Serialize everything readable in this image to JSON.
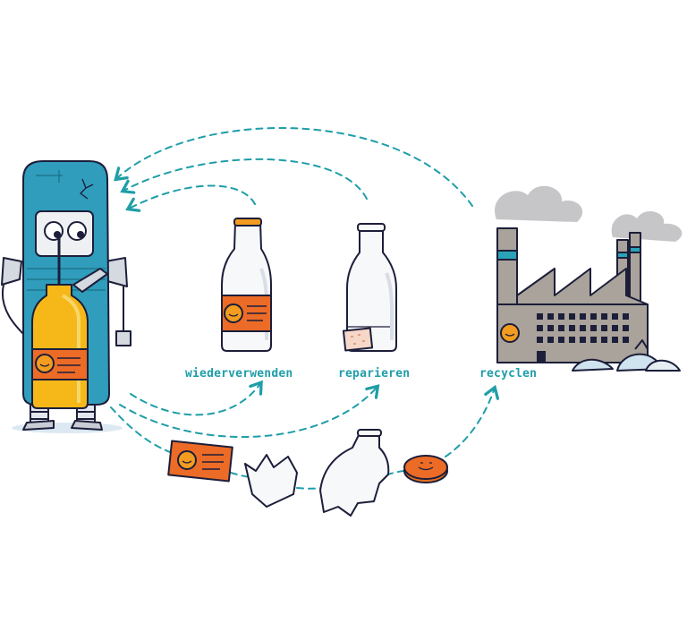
{
  "labels": {
    "reuse": "wiederverwenden",
    "repair": "reparieren",
    "recycle": "recyclen"
  },
  "colors": {
    "accent_teal": "#1f9ea8",
    "phone_blue": "#2f9dbb",
    "juice_orange": "#f39c1f",
    "label_orange": "#ec6b26",
    "factory_gray": "#a9a39b",
    "factory_teal": "#2aa3b8",
    "outline": "#1c1e3a",
    "smoke": "#c6c6c9"
  },
  "icons": {
    "robot": "robot-phone-icon",
    "bottle": "glass-bottle-icon",
    "repaired_bottle": "patched-bottle-icon",
    "factory": "recycling-factory-icon",
    "label": "bottle-label-icon",
    "shard": "broken-glass-icon",
    "cap": "bottle-cap-icon"
  }
}
